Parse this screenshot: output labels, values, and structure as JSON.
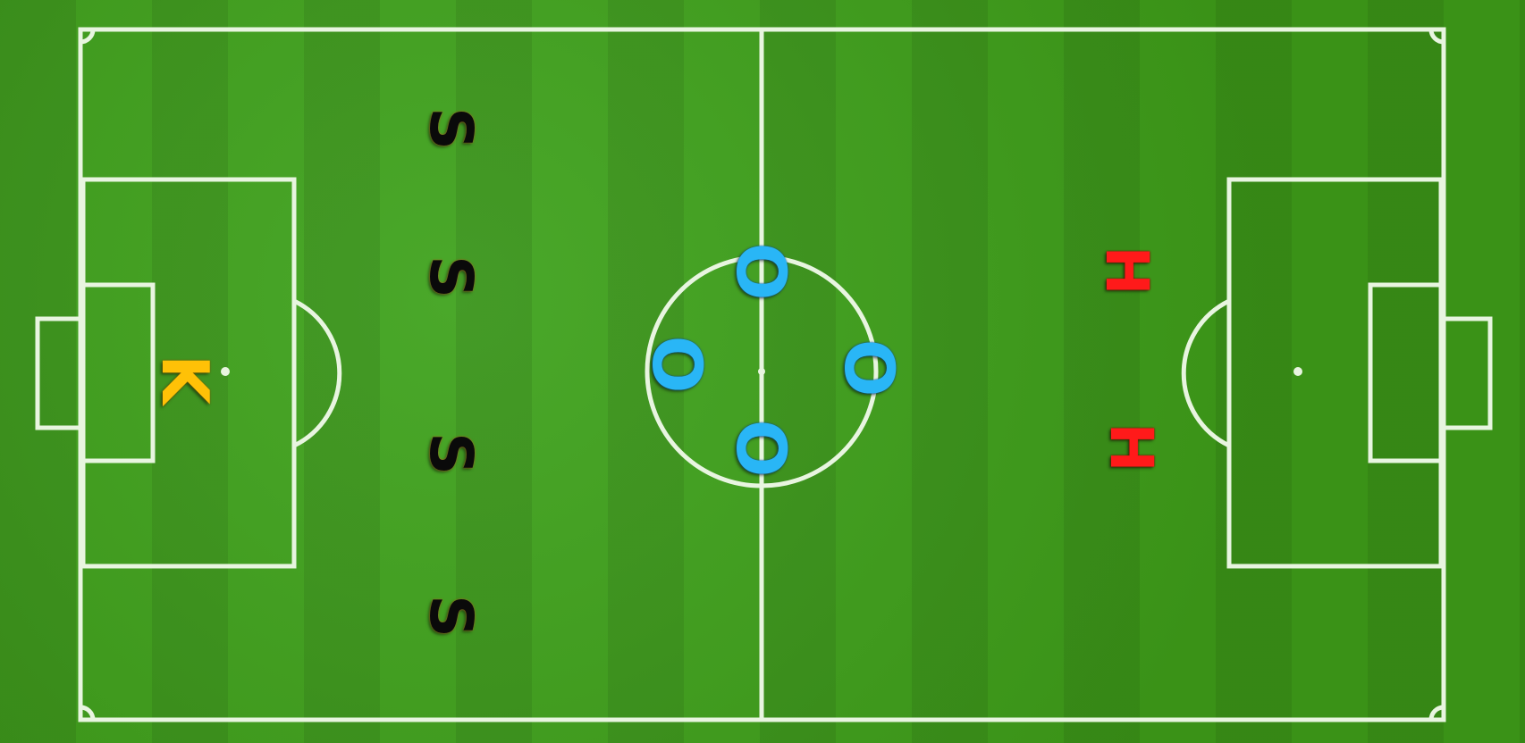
{
  "pitch": {
    "line_color": "#e8f5e0",
    "grass_light": "#4aa82a",
    "grass_dark": "#3a9217"
  },
  "teams": {
    "s": {
      "color": "#0a0a0a",
      "markers": [
        "S",
        "S",
        "S",
        "S"
      ]
    },
    "o": {
      "color": "#29b6f6",
      "markers": [
        "O",
        "O",
        "O",
        "O"
      ]
    },
    "h": {
      "color": "#ff1a1a",
      "markers": [
        "H",
        "H"
      ]
    },
    "k": {
      "color": "#ffc107",
      "markers": [
        "K"
      ]
    }
  }
}
